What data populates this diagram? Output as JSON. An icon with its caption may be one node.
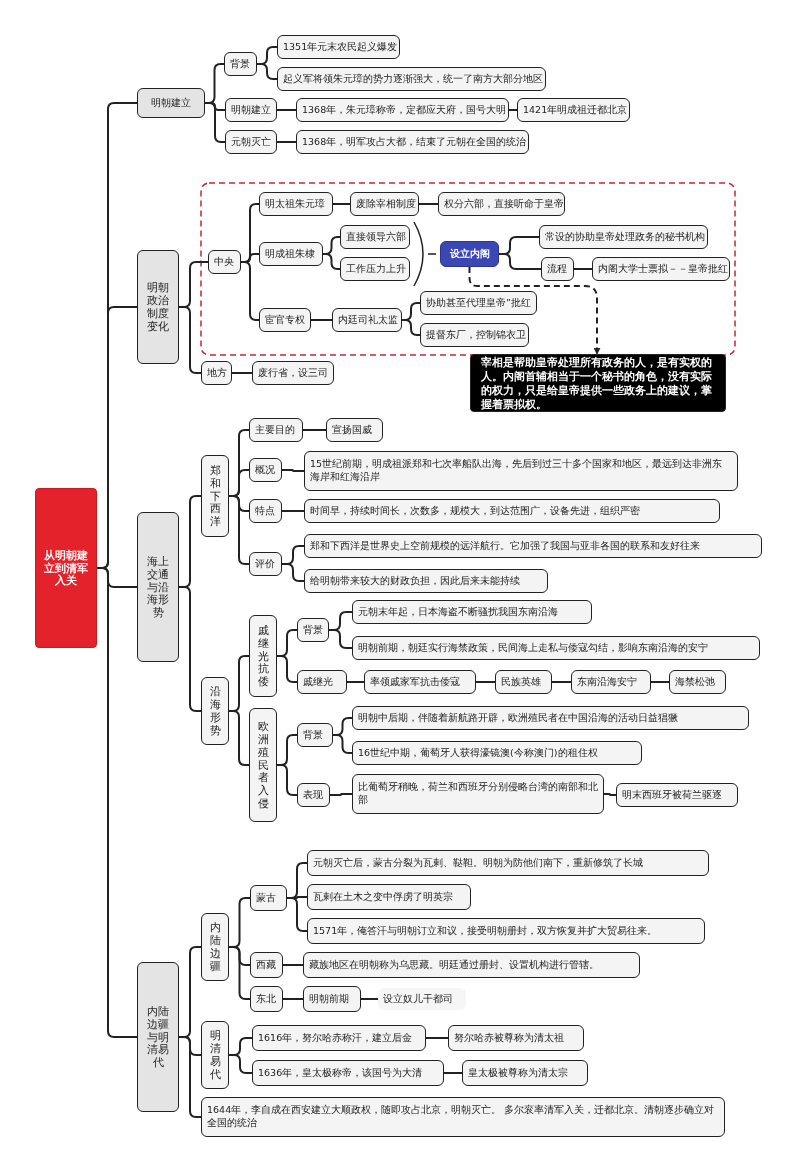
{
  "diagram": {
    "nodes": [
      {
        "text": [
          "从明朝建立到清军入关"
        ]
      },
      {
        "text": [
          "明朝建立"
        ]
      },
      {
        "text": [
          "背景"
        ]
      },
      {
        "text": [
          "1351年元末农民起义爆发"
        ]
      },
      {
        "text": [
          "起义军将领朱元璋的势力逐渐强大，统一了南方大部分地区"
        ]
      },
      {
        "text": [
          "明朝建立"
        ]
      },
      {
        "text": [
          "1368年，朱元璋称帝，定都应天府，国号大明"
        ]
      },
      {
        "text": [
          "1421年明成祖迁都北京"
        ]
      },
      {
        "text": [
          "元朝灭亡"
        ]
      },
      {
        "text": [
          "1368年，明军攻占大都，结束了元朝在全国的统治"
        ]
      },
      {
        "text": [
          "明朝政治制度变化"
        ]
      },
      {
        "text": [
          "中央"
        ]
      },
      {
        "text": [
          "明太祖朱元璋"
        ]
      },
      {
        "text": [
          "废除宰相制度"
        ]
      },
      {
        "text": [
          "权分六部，直接听命于皇帝"
        ]
      },
      {
        "text": [
          "明成祖朱棣"
        ]
      },
      {
        "text": [
          "直接领导六部"
        ]
      },
      {
        "text": [
          "工作压力上升"
        ]
      },
      {
        "text": [
          "设立内阁"
        ]
      },
      {
        "text": [
          "常设的协助皇帝处理政务的秘书机构"
        ]
      },
      {
        "text": [
          "流程"
        ]
      },
      {
        "text": [
          "内阁大学士票拟－－皇帝批红"
        ]
      },
      {
        "text": [
          "宦官专权"
        ]
      },
      {
        "text": [
          "内廷司礼太监"
        ]
      },
      {
        "text": [
          "协助甚至代理皇帝”批红"
        ]
      },
      {
        "text": [
          "提督东厂，控制锦衣卫"
        ]
      },
      {
        "text": [
          "宰相是帮助皇帝处理所有政务的人，是有实权的人。内阁首辅相当于一个秘书的角色，没有实际的权力，只是给皇帝提供一些政务上的建议，掌握着票拟权。"
        ]
      },
      {
        "text": [
          "地方"
        ]
      },
      {
        "text": [
          "废行省，设三司"
        ]
      },
      {
        "text": [
          "海上交通与沿海形势"
        ]
      },
      {
        "text": [
          "郑和下西洋"
        ]
      },
      {
        "text": [
          "主要目的"
        ]
      },
      {
        "text": [
          "宣扬国威"
        ]
      },
      {
        "text": [
          "概况"
        ]
      },
      {
        "text": [
          "15世纪前期，明成祖派郑和七次率船队出海，先后到过三十多个国家和地区，最远到达非洲东海岸和红海沿岸"
        ]
      },
      {
        "text": [
          "特点"
        ]
      },
      {
        "text": [
          "时间早，持续时间长，次数多，规模大，到达范围广，设备先进，组织严密"
        ]
      },
      {
        "text": [
          "评价"
        ]
      },
      {
        "text": [
          "郑和下西洋是世界史上空前规模的远洋航行。它加强了我国与亚非各国的联系和友好往来"
        ]
      },
      {
        "text": [
          "给明朝带来较大的财政负担，因此后来未能持续"
        ]
      },
      {
        "text": [
          "沿海形势"
        ]
      },
      {
        "text": [
          "戚继光抗倭"
        ]
      },
      {
        "text": [
          "背景"
        ]
      },
      {
        "text": [
          "元朝末年起，日本海盗不断骚扰我国东南沿海"
        ]
      },
      {
        "text": [
          "明朝前期，朝廷实行海禁政策，民间海上走私与倭寇勾结，影响东南沿海的安宁"
        ]
      },
      {
        "text": [
          "戚继光"
        ]
      },
      {
        "text": [
          "率领戚家军抗击倭寇"
        ]
      },
      {
        "text": [
          "民族英雄"
        ]
      },
      {
        "text": [
          "东南沿海安宁"
        ]
      },
      {
        "text": [
          "海禁松弛"
        ]
      },
      {
        "text": [
          "欧洲殖民者入侵"
        ]
      },
      {
        "text": [
          "背景"
        ]
      },
      {
        "text": [
          "明朝中后期，伴随着新航路开辟，欧洲殖民者在中国沿海的活动日益猖獗"
        ]
      },
      {
        "text": [
          "16世纪中期，葡萄牙人获得濠镜澳(今称澳门)的租住权"
        ]
      },
      {
        "text": [
          "表现"
        ]
      },
      {
        "text": [
          "比葡萄牙稍晚，荷兰和西班牙分别侵略台湾的南部和北部"
        ]
      },
      {
        "text": [
          "明末西班牙被荷兰驱逐"
        ]
      },
      {
        "text": [
          "内陆边疆与明清易代"
        ]
      },
      {
        "text": [
          "内陆边疆"
        ]
      },
      {
        "text": [
          "蒙古"
        ]
      },
      {
        "text": [
          "元朝灭亡后，蒙古分裂为瓦剌、鞑靼。明朝为防他们南下，重新修筑了长城"
        ]
      },
      {
        "text": [
          "瓦剌在土木之变中俘虏了明英宗"
        ]
      },
      {
        "text": [
          "1571年，俺答汗与明朝订立和议，接受明朝册封，双方恢复并扩大贸易往来。"
        ]
      },
      {
        "text": [
          "西藏"
        ]
      },
      {
        "text": [
          "藏族地区在明朝称为乌思藏。明廷通过册封、设置机构进行管辖。"
        ]
      },
      {
        "text": [
          "东北"
        ]
      },
      {
        "text": [
          "明朝前期"
        ]
      },
      {
        "text": [
          "设立奴儿干都司"
        ]
      },
      {
        "text": [
          "明清易代"
        ]
      },
      {
        "text": [
          "1616年，努尔哈赤称汗，建立后金"
        ]
      },
      {
        "text": [
          "努尔哈赤被尊称为清太祖"
        ]
      },
      {
        "text": [
          "1636年，皇太极称帝，该国号为大清"
        ]
      },
      {
        "text": [
          "皇太极被尊称为清太宗"
        ]
      },
      {
        "text": [
          "1644年，李自成在西安建立大顺政权，随即攻占北京，明朝灭亡。 多尔衮率清军入关，迁都北京。清朝逐步确立对全国的统治"
        ]
      }
    ],
    "edges": [
      {
        "from": 0,
        "to": 1,
        "arrow": "none"
      },
      {
        "from": 0,
        "to": 10,
        "arrow": "none"
      },
      {
        "from": 0,
        "to": 29,
        "arrow": "none"
      },
      {
        "from": 0,
        "to": 57,
        "arrow": "none"
      },
      {
        "from": 1,
        "to": 2,
        "arrow": "none"
      },
      {
        "from": 1,
        "to": 5,
        "arrow": "none"
      },
      {
        "from": 1,
        "to": 8,
        "arrow": "none"
      },
      {
        "from": 2,
        "to": 3,
        "arrow": "none"
      },
      {
        "from": 2,
        "to": 4,
        "arrow": "none"
      },
      {
        "from": 5,
        "to": 6,
        "arrow": "none"
      },
      {
        "from": 6,
        "to": 7,
        "arrow": "none"
      },
      {
        "from": 8,
        "to": 9,
        "arrow": "none"
      },
      {
        "from": 10,
        "to": 11,
        "arrow": "none"
      },
      {
        "from": 10,
        "to": 27,
        "arrow": "none"
      },
      {
        "from": 11,
        "to": 12,
        "arrow": "none"
      },
      {
        "from": 11,
        "to": 15,
        "arrow": "none"
      },
      {
        "from": 11,
        "to": 22,
        "arrow": "none"
      },
      {
        "from": 12,
        "to": 13,
        "arrow": "none"
      },
      {
        "from": 13,
        "to": 14,
        "arrow": "none"
      },
      {
        "from": 15,
        "to": 16,
        "arrow": "none"
      },
      {
        "from": 15,
        "to": 17,
        "arrow": "none"
      },
      {
        "from": 18,
        "to": 19,
        "arrow": "none"
      },
      {
        "from": 18,
        "to": 20,
        "arrow": "none"
      },
      {
        "from": 20,
        "to": 21,
        "arrow": "none"
      },
      {
        "from": 22,
        "to": 23,
        "arrow": "none"
      },
      {
        "from": 23,
        "to": 24,
        "arrow": "none"
      },
      {
        "from": 23,
        "to": 25,
        "arrow": "none"
      },
      {
        "from": 18,
        "to": 26,
        "arrow": "to",
        "style": "dashed"
      },
      {
        "from": 27,
        "to": 28,
        "arrow": "none"
      },
      {
        "from": 29,
        "to": 30,
        "arrow": "none"
      },
      {
        "from": 29,
        "to": 40,
        "arrow": "none"
      },
      {
        "from": 30,
        "to": 31,
        "arrow": "none"
      },
      {
        "from": 30,
        "to": 33,
        "arrow": "none"
      },
      {
        "from": 30,
        "to": 35,
        "arrow": "none"
      },
      {
        "from": 30,
        "to": 37,
        "arrow": "none"
      },
      {
        "from": 31,
        "to": 32,
        "arrow": "none"
      },
      {
        "from": 33,
        "to": 34,
        "arrow": "none"
      },
      {
        "from": 35,
        "to": 36,
        "arrow": "none"
      },
      {
        "from": 37,
        "to": 38,
        "arrow": "none"
      },
      {
        "from": 37,
        "to": 39,
        "arrow": "none"
      },
      {
        "from": 40,
        "to": 41,
        "arrow": "none"
      },
      {
        "from": 40,
        "to": 50,
        "arrow": "none"
      },
      {
        "from": 41,
        "to": 42,
        "arrow": "none"
      },
      {
        "from": 41,
        "to": 45,
        "arrow": "none"
      },
      {
        "from": 42,
        "to": 43,
        "arrow": "none"
      },
      {
        "from": 42,
        "to": 44,
        "arrow": "none"
      },
      {
        "from": 45,
        "to": 46,
        "arrow": "none"
      },
      {
        "from": 46,
        "to": 47,
        "arrow": "none"
      },
      {
        "from": 47,
        "to": 48,
        "arrow": "none"
      },
      {
        "from": 48,
        "to": 49,
        "arrow": "none"
      },
      {
        "from": 50,
        "to": 51,
        "arrow": "none"
      },
      {
        "from": 50,
        "to": 54,
        "arrow": "none"
      },
      {
        "from": 51,
        "to": 52,
        "arrow": "none"
      },
      {
        "from": 51,
        "to": 53,
        "arrow": "none"
      },
      {
        "from": 54,
        "to": 55,
        "arrow": "none"
      },
      {
        "from": 55,
        "to": 56,
        "arrow": "none"
      },
      {
        "from": 57,
        "to": 58,
        "arrow": "none"
      },
      {
        "from": 57,
        "to": 68,
        "arrow": "none"
      },
      {
        "from": 57,
        "to": 73,
        "arrow": "none"
      },
      {
        "from": 58,
        "to": 59,
        "arrow": "none"
      },
      {
        "from": 58,
        "to": 63,
        "arrow": "none"
      },
      {
        "from": 58,
        "to": 65,
        "arrow": "none"
      },
      {
        "from": 59,
        "to": 60,
        "arrow": "none"
      },
      {
        "from": 59,
        "to": 61,
        "arrow": "none"
      },
      {
        "from": 59,
        "to": 62,
        "arrow": "none"
      },
      {
        "from": 63,
        "to": 64,
        "arrow": "none"
      },
      {
        "from": 65,
        "to": 66,
        "arrow": "none"
      },
      {
        "from": 66,
        "to": 67,
        "arrow": "none"
      },
      {
        "from": 68,
        "to": 69,
        "arrow": "none"
      },
      {
        "from": 68,
        "to": 71,
        "arrow": "none"
      },
      {
        "from": 69,
        "to": 70,
        "arrow": "none"
      },
      {
        "from": 71,
        "to": 72,
        "arrow": "none"
      }
    ]
  }
}
